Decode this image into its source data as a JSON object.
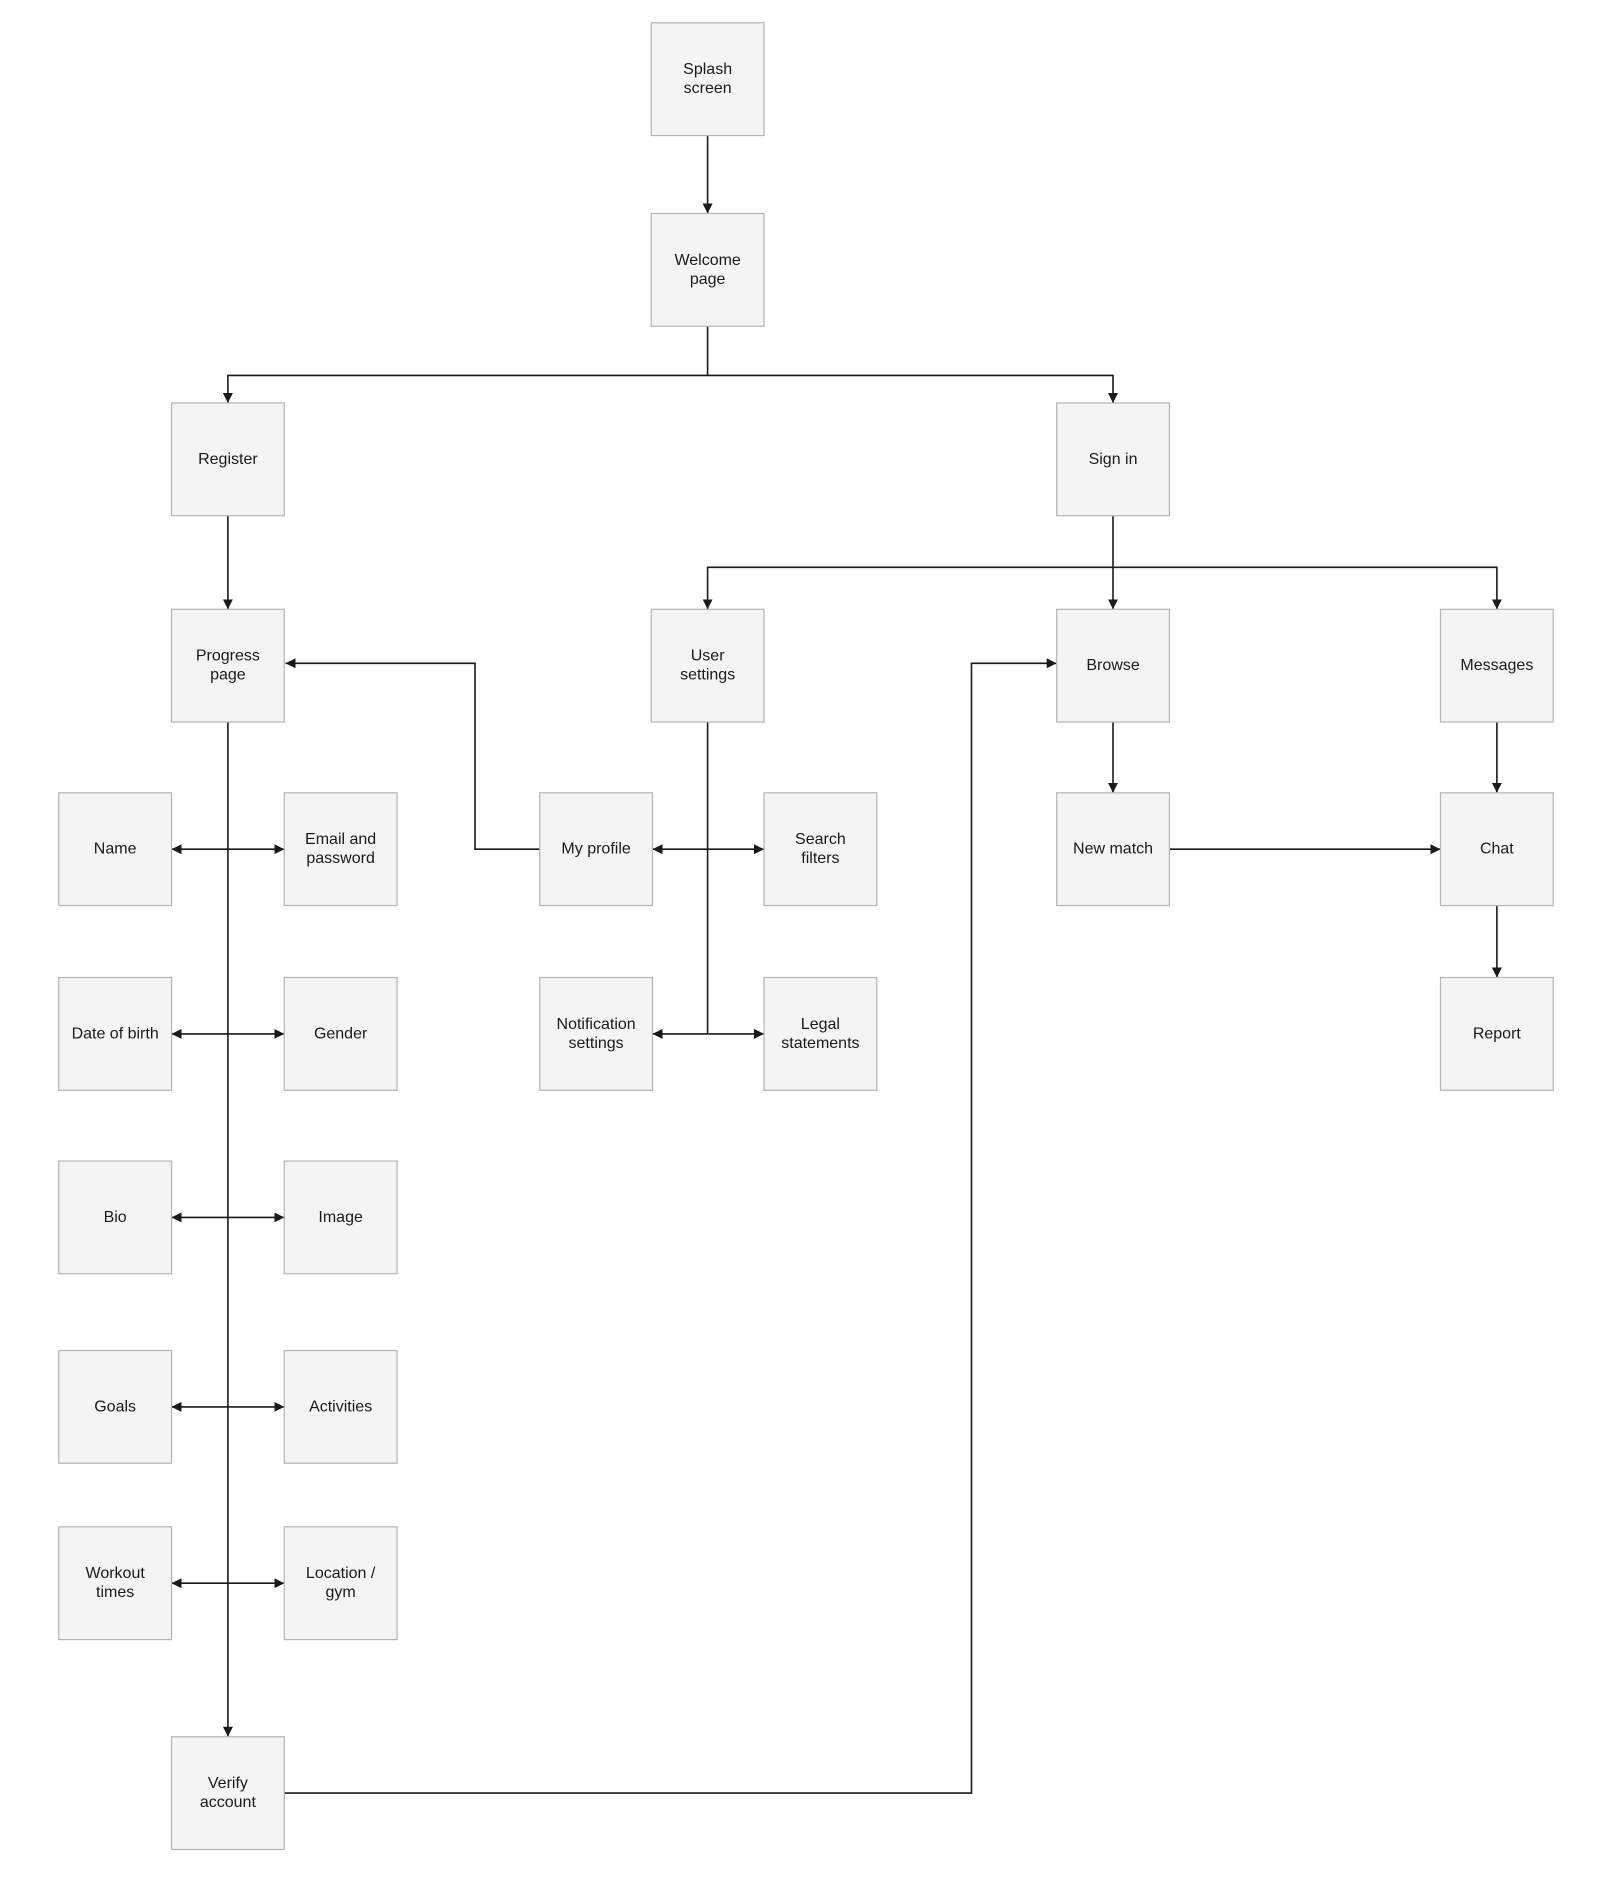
{
  "diagram": {
    "nodes": [
      {
        "id": "splash",
        "lines": [
          "Splash",
          "screen"
        ]
      },
      {
        "id": "welcome",
        "lines": [
          "Welcome",
          "page"
        ]
      },
      {
        "id": "register",
        "lines": [
          "Register"
        ]
      },
      {
        "id": "signin",
        "lines": [
          "Sign in"
        ]
      },
      {
        "id": "progress",
        "lines": [
          "Progress",
          "page"
        ]
      },
      {
        "id": "usersettings",
        "lines": [
          "User",
          "settings"
        ]
      },
      {
        "id": "browse",
        "lines": [
          "Browse"
        ]
      },
      {
        "id": "messages",
        "lines": [
          "Messages"
        ]
      },
      {
        "id": "name",
        "lines": [
          "Name"
        ]
      },
      {
        "id": "email",
        "lines": [
          "Email and",
          "password"
        ]
      },
      {
        "id": "myprofile",
        "lines": [
          "My profile"
        ]
      },
      {
        "id": "searchfilters",
        "lines": [
          "Search",
          "filters"
        ]
      },
      {
        "id": "newmatch",
        "lines": [
          "New match"
        ]
      },
      {
        "id": "chat",
        "lines": [
          "Chat"
        ]
      },
      {
        "id": "dob",
        "lines": [
          "Date of birth"
        ]
      },
      {
        "id": "gender",
        "lines": [
          "Gender"
        ]
      },
      {
        "id": "notification",
        "lines": [
          "Notification",
          "settings"
        ]
      },
      {
        "id": "legal",
        "lines": [
          "Legal",
          "statements"
        ]
      },
      {
        "id": "report",
        "lines": [
          "Report"
        ]
      },
      {
        "id": "bio",
        "lines": [
          "Bio"
        ]
      },
      {
        "id": "image",
        "lines": [
          "Image"
        ]
      },
      {
        "id": "goals",
        "lines": [
          "Goals"
        ]
      },
      {
        "id": "activities",
        "lines": [
          "Activities"
        ]
      },
      {
        "id": "workout",
        "lines": [
          "Workout",
          "times"
        ]
      },
      {
        "id": "location",
        "lines": [
          "Location /",
          "gym"
        ]
      },
      {
        "id": "verify",
        "lines": [
          "Verify",
          "account"
        ]
      }
    ]
  }
}
